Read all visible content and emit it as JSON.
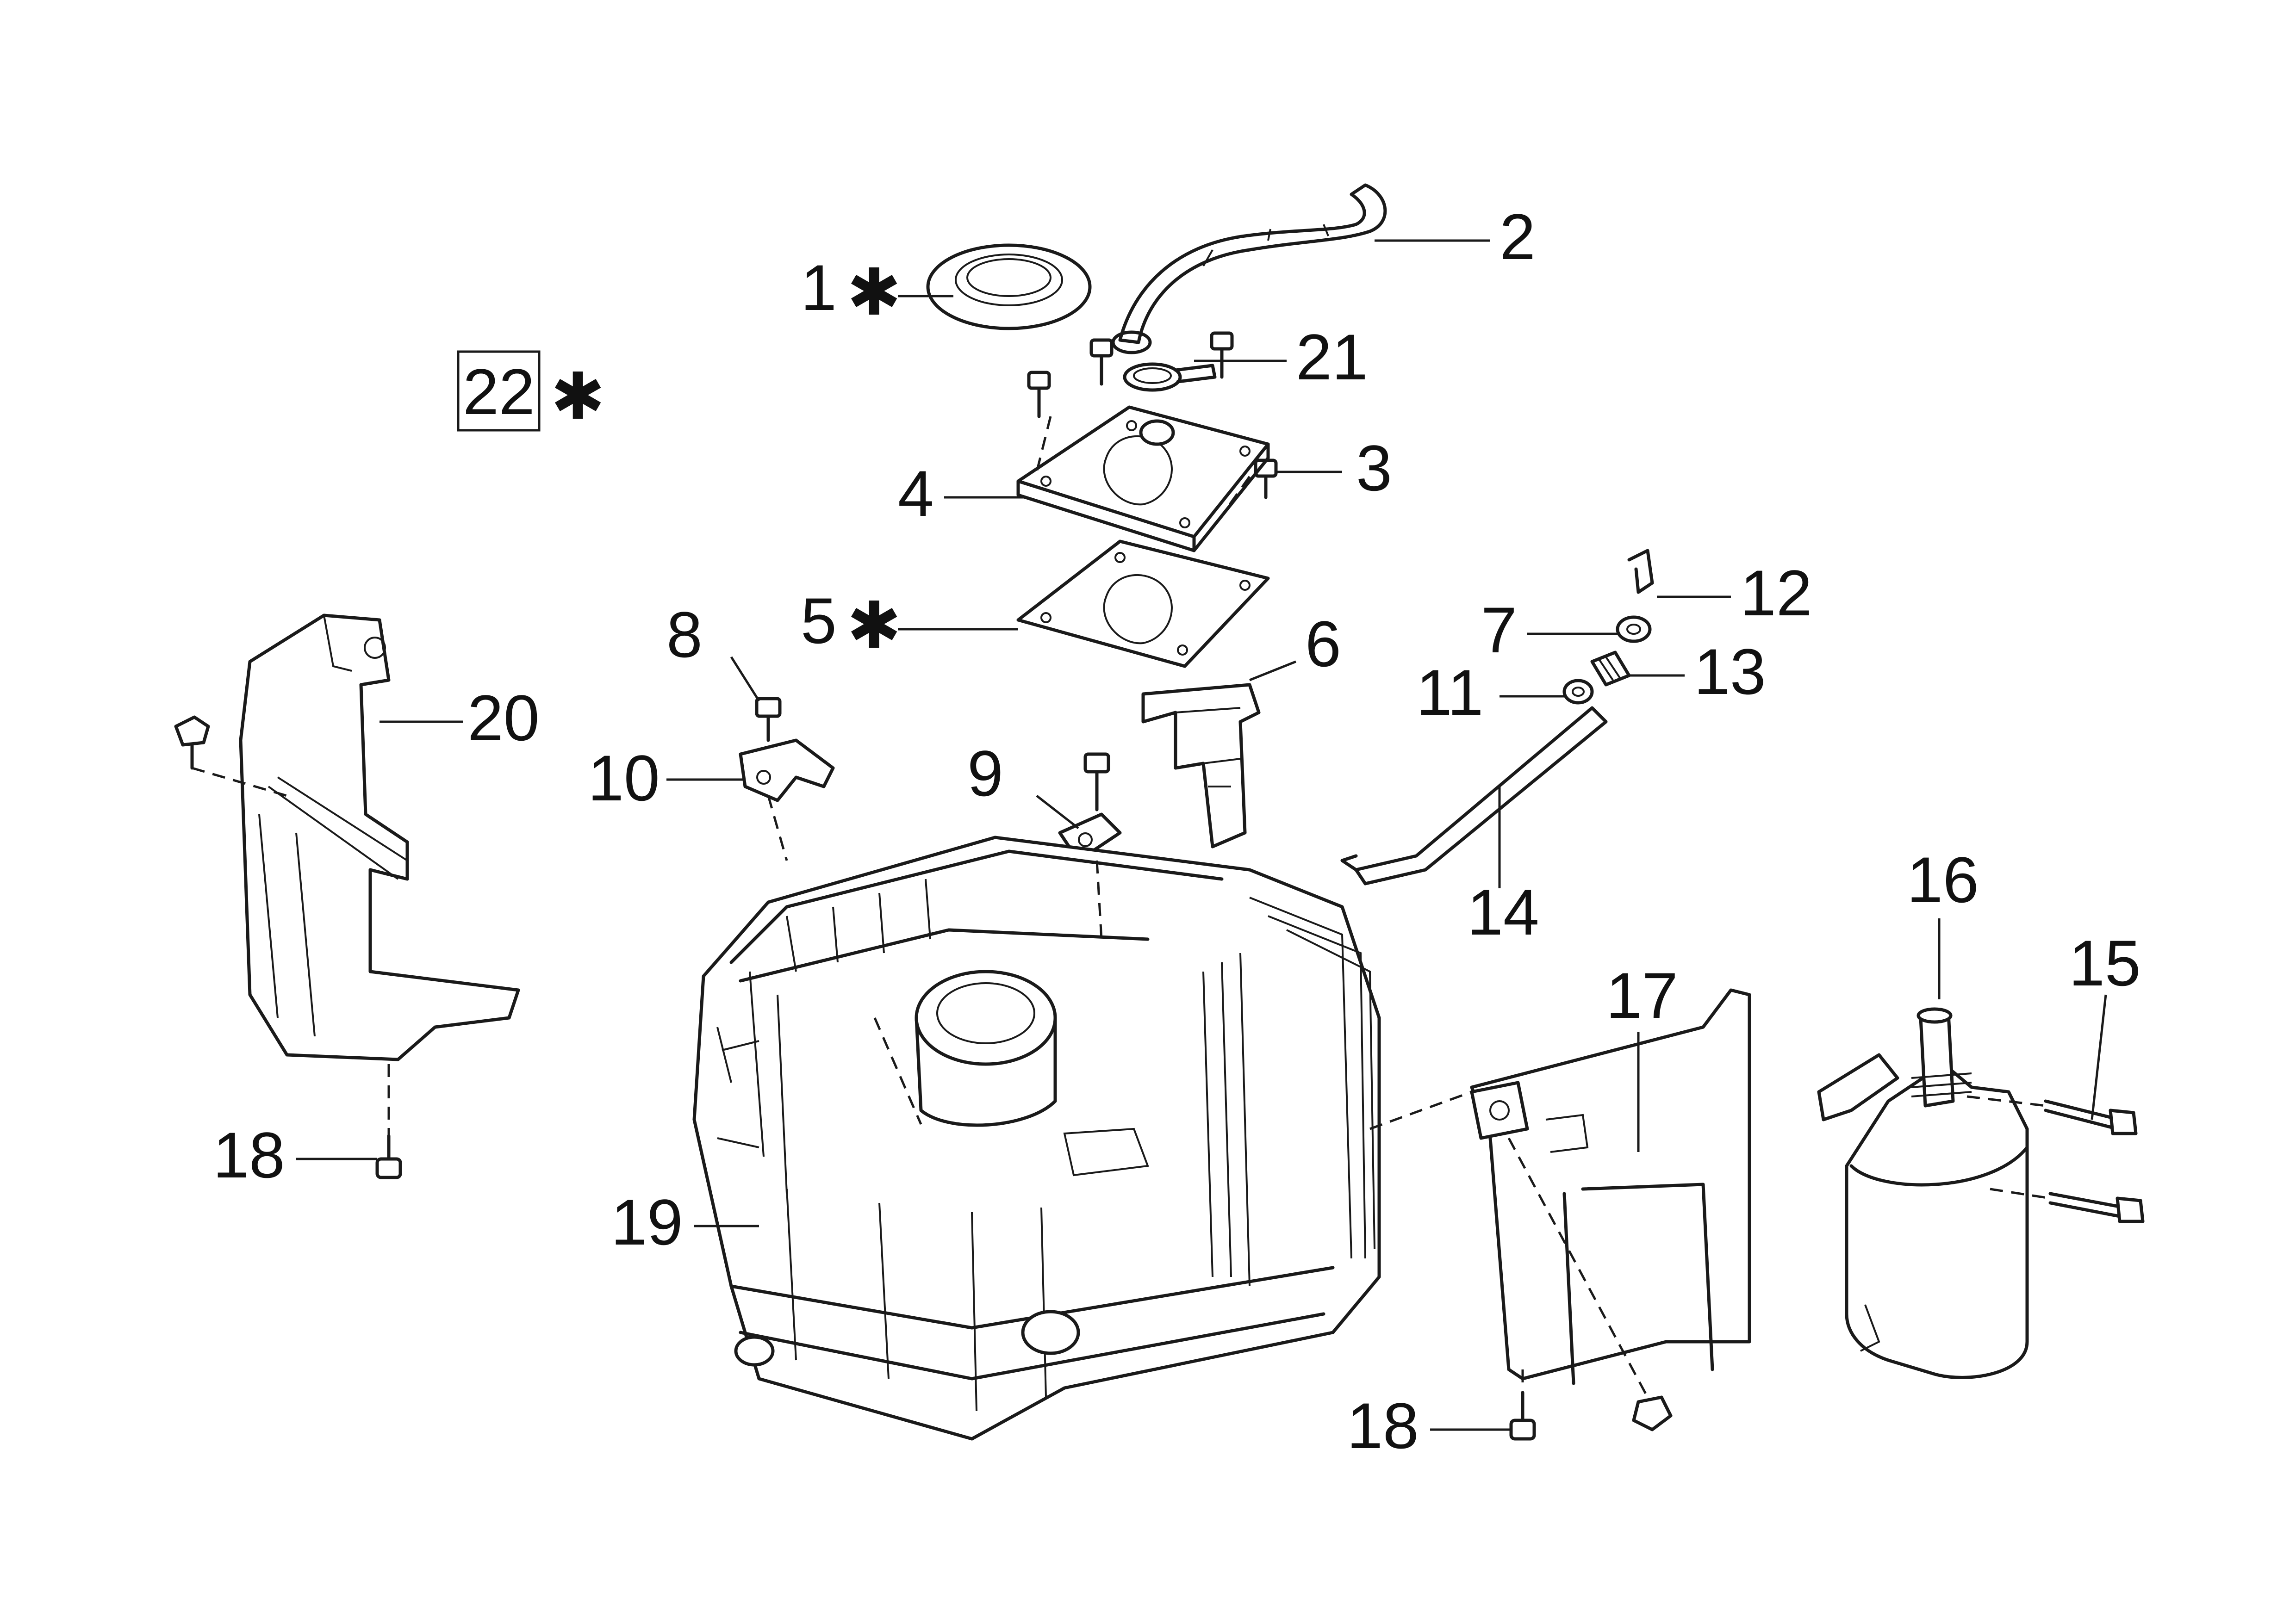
{
  "diagram": {
    "note_marker": "✱",
    "callouts": [
      {
        "id": "1",
        "label": "1",
        "starred": true
      },
      {
        "id": "2",
        "label": "2",
        "starred": false
      },
      {
        "id": "3",
        "label": "3",
        "starred": false
      },
      {
        "id": "4",
        "label": "4",
        "starred": false
      },
      {
        "id": "5",
        "label": "5",
        "starred": true
      },
      {
        "id": "6",
        "label": "6",
        "starred": false
      },
      {
        "id": "7",
        "label": "7",
        "starred": false
      },
      {
        "id": "8",
        "label": "8",
        "starred": false
      },
      {
        "id": "9",
        "label": "9",
        "starred": false
      },
      {
        "id": "10",
        "label": "10",
        "starred": false
      },
      {
        "id": "11",
        "label": "11",
        "starred": false
      },
      {
        "id": "12",
        "label": "12",
        "starred": false
      },
      {
        "id": "13",
        "label": "13",
        "starred": false
      },
      {
        "id": "14",
        "label": "14",
        "starred": false
      },
      {
        "id": "15",
        "label": "15",
        "starred": false
      },
      {
        "id": "16",
        "label": "16",
        "starred": false
      },
      {
        "id": "17",
        "label": "17",
        "starred": false
      },
      {
        "id": "18a",
        "label": "18",
        "starred": false
      },
      {
        "id": "18b",
        "label": "18",
        "starred": false
      },
      {
        "id": "19",
        "label": "19",
        "starred": false
      },
      {
        "id": "20",
        "label": "20",
        "starred": false
      },
      {
        "id": "21",
        "label": "21",
        "starred": false
      },
      {
        "id": "22",
        "label": "22",
        "starred": true,
        "boxed": true
      }
    ]
  }
}
